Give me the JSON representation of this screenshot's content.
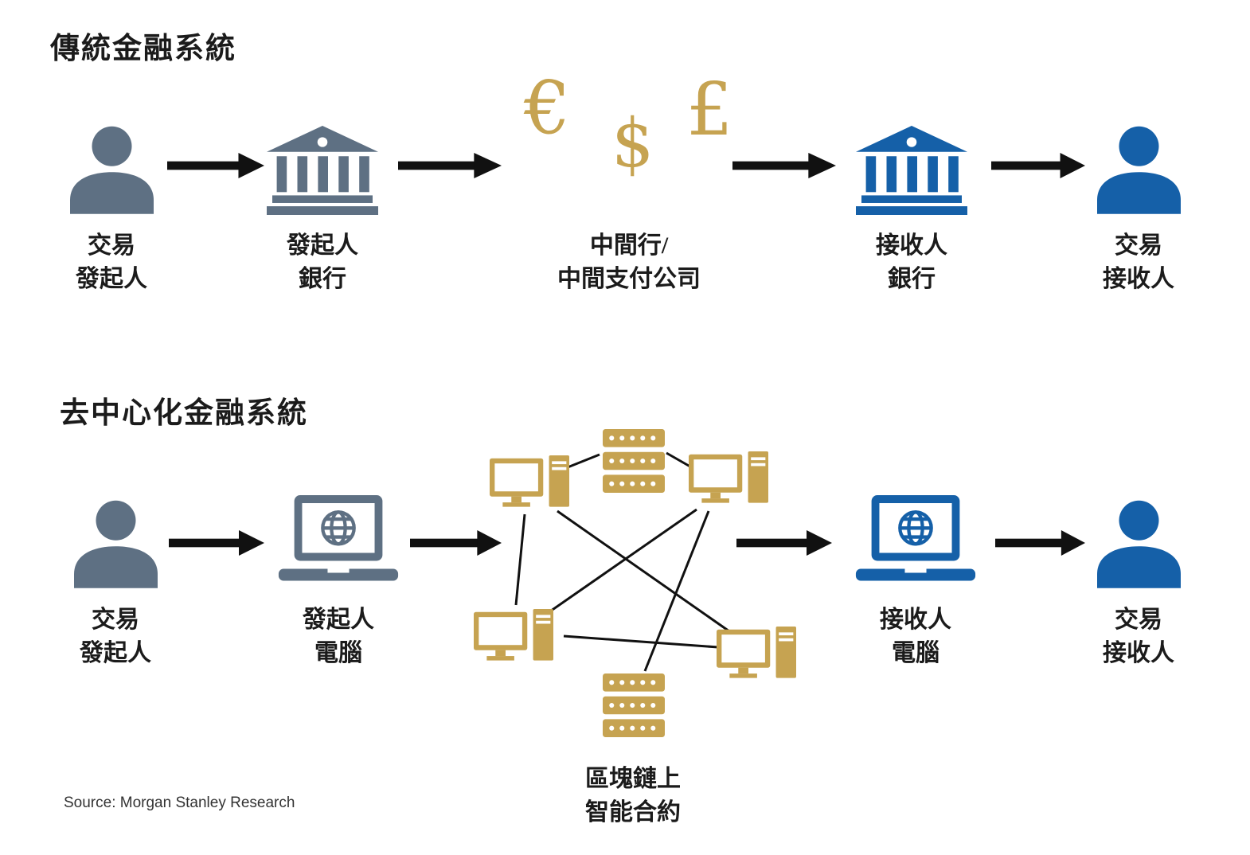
{
  "colors": {
    "gray": "#5e7083",
    "blue": "#1560a8",
    "gold": "#c6a351",
    "arrow": "#111111",
    "text": "#1b1b1b",
    "source_text": "#333333"
  },
  "traditional": {
    "title": "傳統金融系統",
    "originator_label": "交易\n發起人",
    "originator_bank_label": "發起人\n銀行",
    "intermediary_label": "中間行/\n中間支付公司",
    "currency": {
      "euro": "€",
      "dollar": "$",
      "pound": "£"
    },
    "receiver_bank_label": "接收人\n銀行",
    "receiver_label": "交易\n接收人"
  },
  "defi": {
    "title": "去中心化金融系統",
    "originator_label": "交易\n發起人",
    "originator_computer_label": "發起人\n電腦",
    "blockchain_label": "區塊鏈上\n智能合約",
    "receiver_computer_label": "接收人\n電腦",
    "receiver_label": "交易\n接收人"
  },
  "source": "Source: Morgan Stanley Research"
}
